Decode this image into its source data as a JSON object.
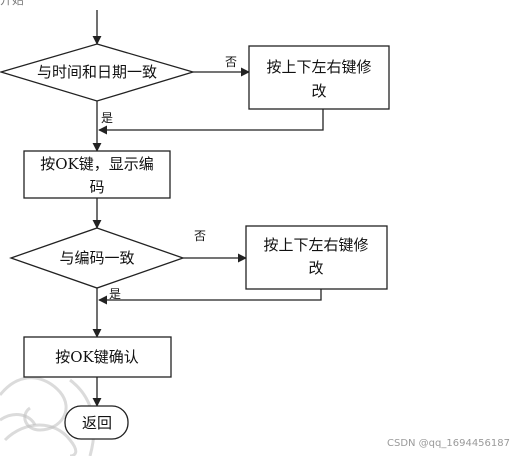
{
  "header_fragment": "开始",
  "nodes": {
    "decision_time": "与时间和日期一致",
    "modify_box_1": [
      "按上下左右键修",
      "改"
    ],
    "display_code": [
      "按OK键，显示编",
      "码"
    ],
    "decision_code": "与编码一致",
    "modify_box_2": [
      "按上下左右键修",
      "改"
    ],
    "confirm": "按OK键确认",
    "return": "返回"
  },
  "edge_labels": {
    "no_1": "否",
    "yes_1": "是",
    "no_2": "否",
    "yes_2": "是"
  },
  "watermark": "CSDN @qq_1694456187"
}
